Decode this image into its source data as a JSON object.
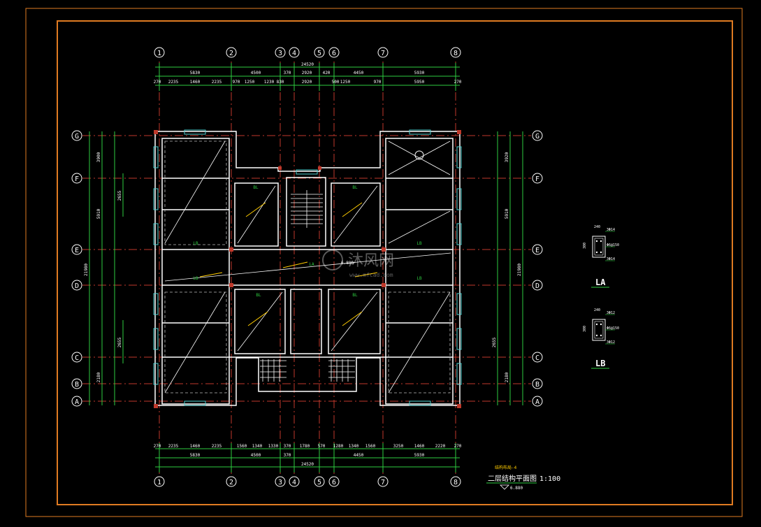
{
  "drawing": {
    "axes_columns": [
      "1",
      "2",
      "3",
      "4",
      "5",
      "6",
      "7",
      "8"
    ],
    "axes_rows": [
      "G",
      "F",
      "E",
      "D",
      "C",
      "B",
      "A"
    ],
    "top_total_dim": "24520",
    "top_dims_row1": [
      "5830",
      "4500",
      "370",
      "2920",
      "420",
      "4450",
      "5930"
    ],
    "top_dims_row2": [
      "270",
      "2235",
      "1460",
      "2235",
      "970",
      "1250",
      "1230",
      "830",
      "2920",
      "500",
      "1250",
      "970",
      "5950",
      "270"
    ],
    "bottom_dims_row1": [
      "270",
      "2235",
      "1460",
      "2235",
      "1560",
      "1340",
      "1330",
      "370",
      "1780",
      "570",
      "1280",
      "1340",
      "1560",
      "3250",
      "1460",
      "2220",
      "270"
    ],
    "bottom_dims_row2": [
      "5830",
      "4500",
      "370",
      "4450",
      "5930"
    ],
    "bottom_total_dim": "24520",
    "left_total_dim": "21980",
    "left_dims": [
      "3900",
      "2655",
      "5910",
      "2655",
      "2180"
    ],
    "right_total_dim": "21980",
    "right_dims": [
      "3920",
      "5910",
      "2655",
      "2180"
    ],
    "beam_labels": [
      "LB",
      "LB",
      "LB",
      "LA",
      "LB",
      "BL",
      "BL",
      "BL",
      "BL"
    ],
    "elevation_mark": "6.880",
    "section_la": {
      "title": "LA",
      "rebar_top": "3Φ14",
      "stirrup": "Φ6@150",
      "rebar_bottom": "3Φ14",
      "width": "240",
      "height": "300"
    },
    "section_lb": {
      "title": "LB",
      "rebar_top": "3Φ12",
      "stirrup": "Φ6@150",
      "rebar_bottom": "3Φ12",
      "width": "240",
      "height": "300"
    },
    "title_block": {
      "subtitle": "结构布局-4",
      "title": "二层结构平面图",
      "scale": "1:100",
      "elevation": "6.880"
    },
    "watermark": "沐风网",
    "watermark_url": "www.mfcad.com"
  },
  "colors": {
    "background": "#000000",
    "frame": "#e07b22",
    "axis": "#c0392b",
    "grid_green": "#2ecc40",
    "wall": "#ffffff",
    "text": "#ffffff",
    "annotation": "#ffcc00",
    "window": "#4fd0d0"
  }
}
